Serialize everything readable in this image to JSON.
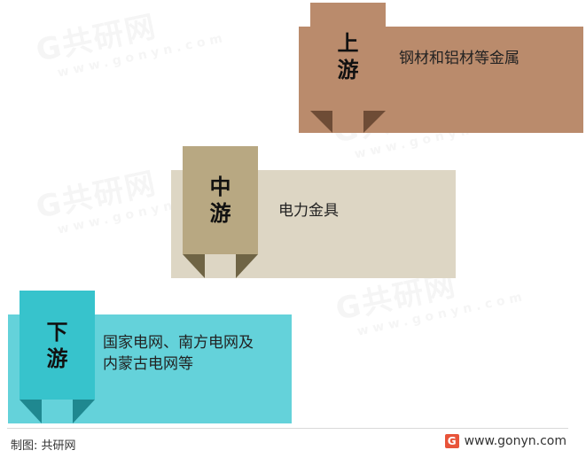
{
  "colors": {
    "upstream_panel": "#ba8b6c",
    "upstream_fold": "#6e4c36",
    "midstream_panel": "#ddd6c4",
    "midstream_tab": "#b8a882",
    "midstream_fold": "#6f6445",
    "downstream_panel": "#64d2da",
    "downstream_tab": "#37c3cc",
    "downstream_fold": "#1f8890"
  },
  "levels": [
    {
      "tab_line1": "上",
      "tab_line2": "游",
      "description": "钢材和铝材等金属"
    },
    {
      "tab_line1": "中",
      "tab_line2": "游",
      "description": "电力金具"
    },
    {
      "tab_line1": "下",
      "tab_line2": "游",
      "description_line1": "国家电网、南方电网及",
      "description_line2": "内蒙古电网等"
    }
  ],
  "footer": {
    "source": "制图: 共研网",
    "logo_letter": "G",
    "website": "www.gonyn.com"
  },
  "watermark": {
    "name": "G共研网",
    "url": "www.gonyn.com"
  }
}
